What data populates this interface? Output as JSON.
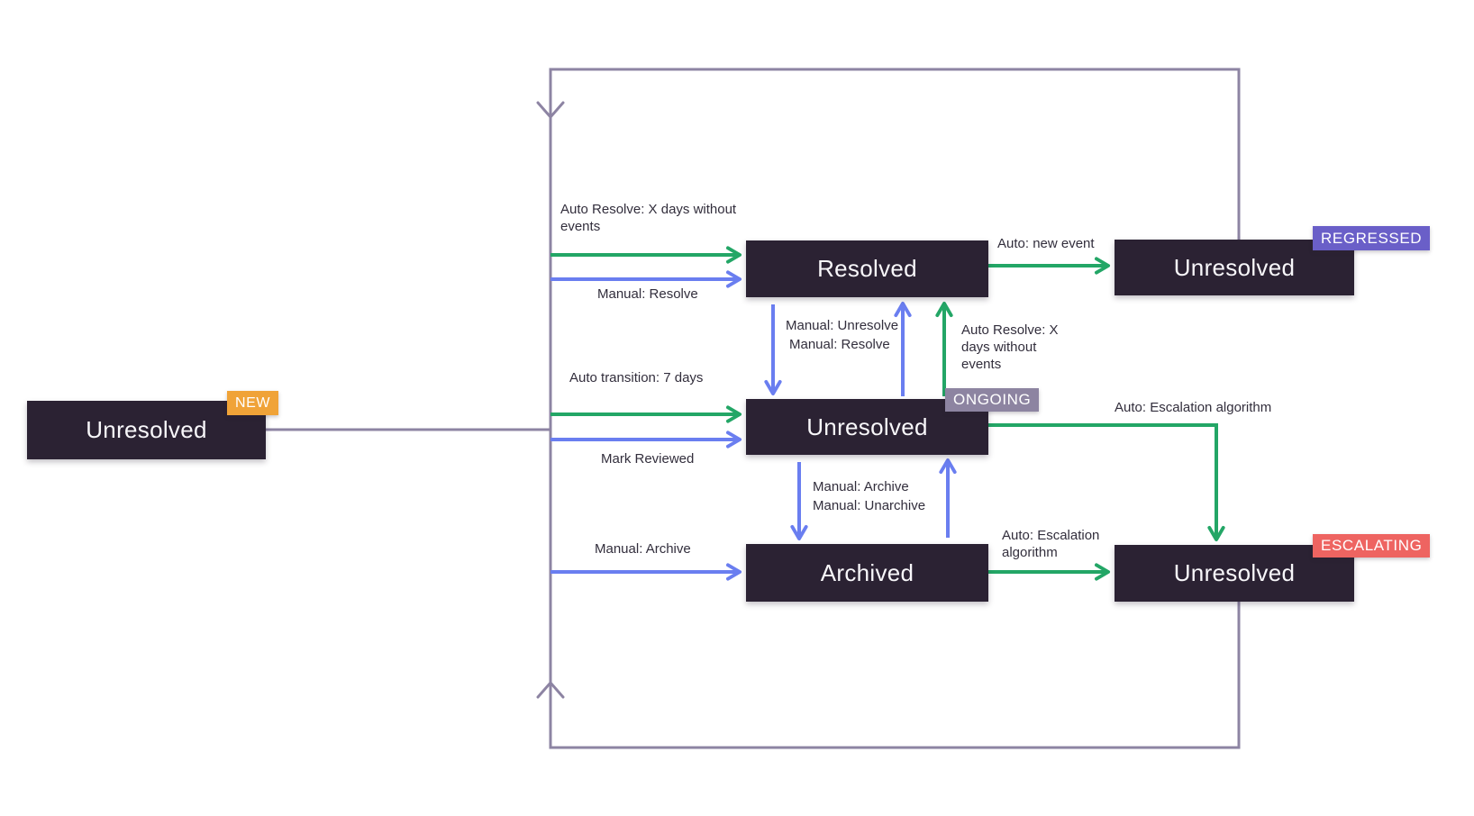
{
  "diagram": {
    "states": {
      "new": {
        "label": "Unresolved",
        "badge": "NEW"
      },
      "resolved": {
        "label": "Resolved"
      },
      "ongoing": {
        "label": "Unresolved",
        "badge": "ONGOING"
      },
      "archived": {
        "label": "Archived"
      },
      "regressed": {
        "label": "Unresolved",
        "badge": "REGRESSED"
      },
      "escalating": {
        "label": "Unresolved",
        "badge": "ESCALATING"
      }
    },
    "transitions": {
      "auto_resolve_left": "Auto Resolve: X days without events",
      "manual_resolve_left": "Manual: Resolve",
      "auto_transition": "Auto transition: 7 days",
      "mark_reviewed": "Mark Reviewed",
      "manual_archive_left": "Manual: Archive",
      "manual_unresolve": "Manual: Unresolve",
      "manual_resolve_mid": "Manual: Resolve",
      "auto_resolve_mid": "Auto Resolve: X days without events",
      "auto_new_event": "Auto: new event",
      "manual_archive_mid": "Manual: Archive",
      "manual_unarchive_mid": "Manual: Unarchive",
      "auto_escalation_ongoing": "Auto: Escalation algorithm",
      "auto_escalation_archived": "Auto: Escalation algorithm"
    },
    "colors": {
      "state_bg": "#2b2233",
      "auto_green": "#23a666",
      "manual_blue": "#6a7ef0",
      "loop_purple": "#8d84a3",
      "badge_new": "#f0a338",
      "badge_ongoing": "#8d84a1",
      "badge_regressed": "#6a5fc8",
      "badge_escalating": "#ee6461"
    }
  }
}
